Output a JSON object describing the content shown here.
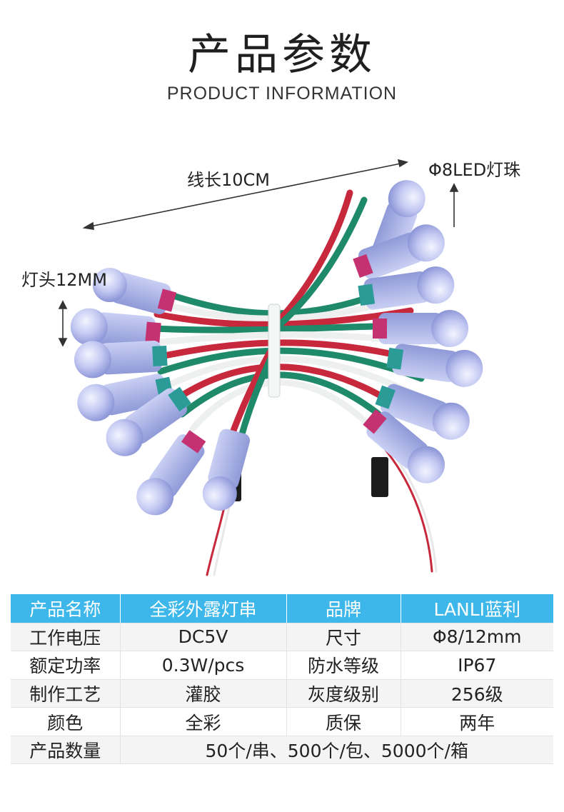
{
  "header": {
    "title_cn": "产品参数",
    "title_en": "PRODUCT INFORMATION"
  },
  "annotations": {
    "wire_length": "线长10CM",
    "led_bead": "Φ8LED灯珠",
    "lamp_head": "灯头12MM"
  },
  "colors": {
    "header_bg": "#3db7ea",
    "wire_red": "#c8283c",
    "wire_green": "#1f8a6a",
    "wire_white": "#eef0f0",
    "led_body": "#a9b4e6"
  },
  "specs": {
    "header": [
      "产品名称",
      "全彩外露灯串",
      "品牌",
      "LANLI蓝利"
    ],
    "rows": [
      [
        "工作电压",
        "DC5V",
        "尺寸",
        "Φ8/12mm"
      ],
      [
        "额定功率",
        "0.3W/pcs",
        "防水等级",
        "IP67"
      ],
      [
        "制作工艺",
        "灌胶",
        "灰度级别",
        "256级"
      ],
      [
        "颜色",
        "全彩",
        "质保",
        "两年"
      ]
    ],
    "quantity_label": "产品数量",
    "quantity_value": "50个/串、500个/包、5000个/箱"
  }
}
